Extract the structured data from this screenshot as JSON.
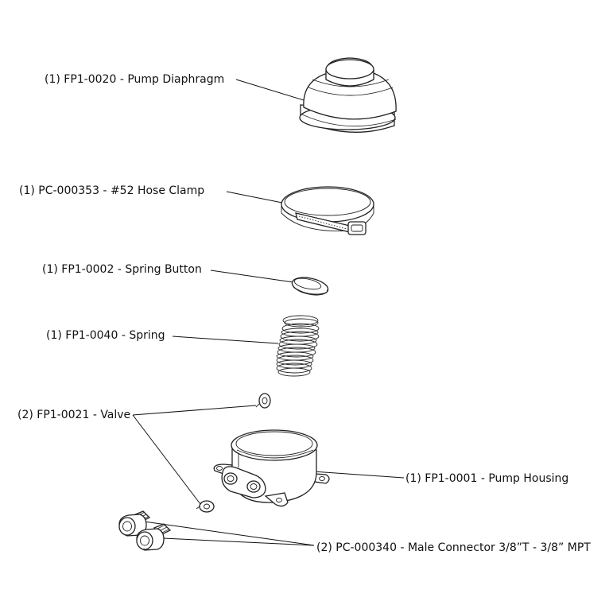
{
  "labels": {
    "diaphragm": "(1) FP1-0020 - Pump Diaphragm",
    "hose_clamp": "(1) PC-000353 - #52 Hose Clamp",
    "spring_button": "(1) FP1-0002 - Spring Button",
    "spring": "(1) FP1-0040 - Spring",
    "valve": "(2) FP1-0021 - Valve",
    "pump_housing": "(1) FP1-0001 - Pump Housing",
    "male_connector": "(2) PC-000340 - Male Connector 3/8”T - 3/8” MPT"
  }
}
